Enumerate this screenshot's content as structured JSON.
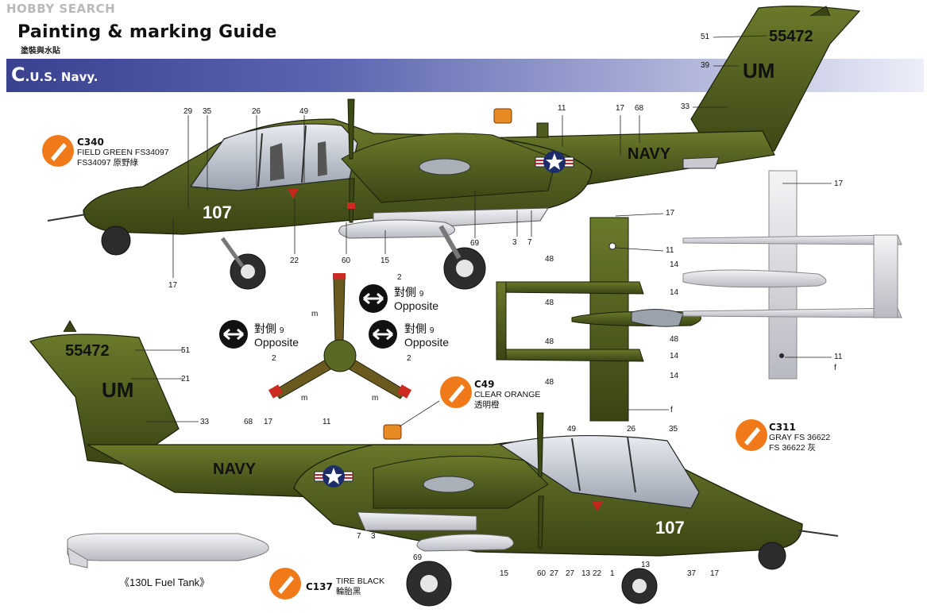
{
  "watermark": "HOBBY SEARCH",
  "header": {
    "title": "Painting & marking Guide",
    "subtitle": "塗裝與水貼",
    "scheme_letter": "C",
    "scheme_name": ".U.S. Navy."
  },
  "paints": {
    "field_green": {
      "code": "C340",
      "line1": "FIELD GREEN FS34097",
      "line2": "FS34097 原野綠",
      "color": "#4e5a1e"
    },
    "clear_orange": {
      "code": "C49",
      "line1": "CLEAR ORANGE",
      "line2": "透明橙",
      "color": "#e8821a"
    },
    "gray": {
      "code": "C311",
      "line1": "GRAY FS 36622",
      "line2": "FS 36622 灰",
      "color": "#d8d8dc"
    },
    "tire_black": {
      "code": "C137",
      "line1": "TIRE BLACK",
      "line2": "輪胎黑",
      "color": "#2a2a2a"
    }
  },
  "aircraft_markings": {
    "serial": "55472",
    "tail_code": "UM",
    "service": "NAVY",
    "modex": "107"
  },
  "propeller": {
    "opposite_labels": [
      {
        "zh": "對側",
        "num": "9",
        "en": "Opposite"
      },
      {
        "zh": "對側",
        "num": "9",
        "en": "Opposite"
      },
      {
        "zh": "對側",
        "num": "9",
        "en": "Opposite"
      }
    ]
  },
  "fuel_tank_caption": "《130L Fuel Tank》",
  "callouts": {
    "top_side": [
      "51",
      "39",
      "33",
      "29",
      "35",
      "26",
      "49",
      "11",
      "17",
      "68",
      "17",
      "22",
      "60",
      "15",
      "69",
      "3",
      "7"
    ],
    "plan_top": [
      "17",
      "11",
      "48",
      "14",
      "48",
      "14",
      "48",
      "48",
      "14",
      "48",
      "14",
      "f"
    ],
    "plan_bottom": [
      "17",
      "11",
      "f"
    ],
    "prop": [
      "2",
      "m",
      "2",
      "m",
      "2",
      "m"
    ],
    "bottom_side": [
      "51",
      "21",
      "33",
      "68",
      "17",
      "11",
      "49",
      "26",
      "35",
      "7",
      "3",
      "69",
      "15",
      "60",
      "27",
      "27",
      "13",
      "22",
      "1",
      "13",
      "37",
      "17"
    ]
  },
  "colors": {
    "olive": "#4f5c1f",
    "olive_dark": "#34400f",
    "canopy": "#b7bec8",
    "belly": "#d9dbe0",
    "banner": "#3f4798",
    "paint_icon": "#f07a1a"
  }
}
